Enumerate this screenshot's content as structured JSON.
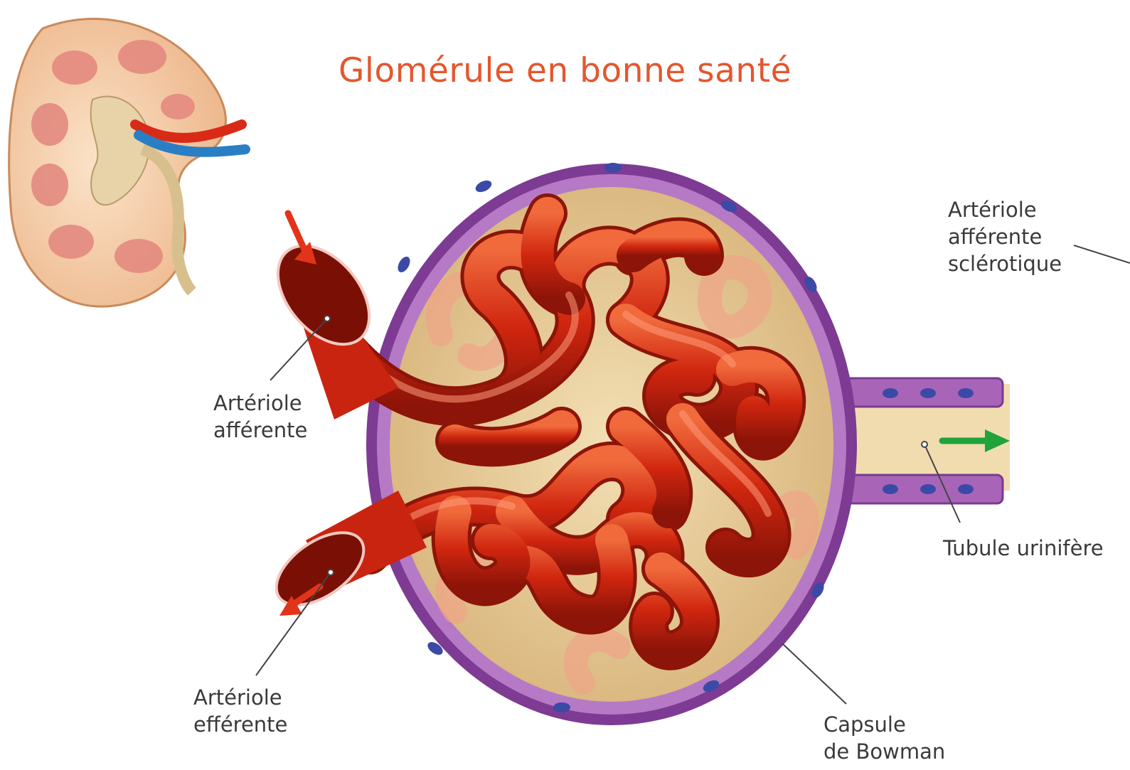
{
  "title": "Glomérule en bonne santé",
  "labels": {
    "afferent": [
      "Artériole",
      "afférente"
    ],
    "efferent": [
      "Artériole",
      "efférente"
    ],
    "sclerotic": [
      "Artériole",
      "afférente",
      "sclérotique"
    ],
    "tubule": [
      "Tubule urinifère"
    ],
    "bowman": [
      "Capsule",
      "de Bowman"
    ]
  },
  "colors": {
    "title": "#e4572e",
    "capsule": "#8e4aa8",
    "capsule_fill": "#ead3a3",
    "vessel": "#d0260f",
    "vessel_dark": "#8c1408",
    "flow_in": "#e2341a",
    "flow_out": "#1fa33a",
    "kidney": "#f2cda8"
  },
  "icons": [
    "kidney-icon",
    "glomerulus-illustration",
    "flow-arrow-in",
    "flow-arrow-out",
    "urine-flow-arrow"
  ]
}
